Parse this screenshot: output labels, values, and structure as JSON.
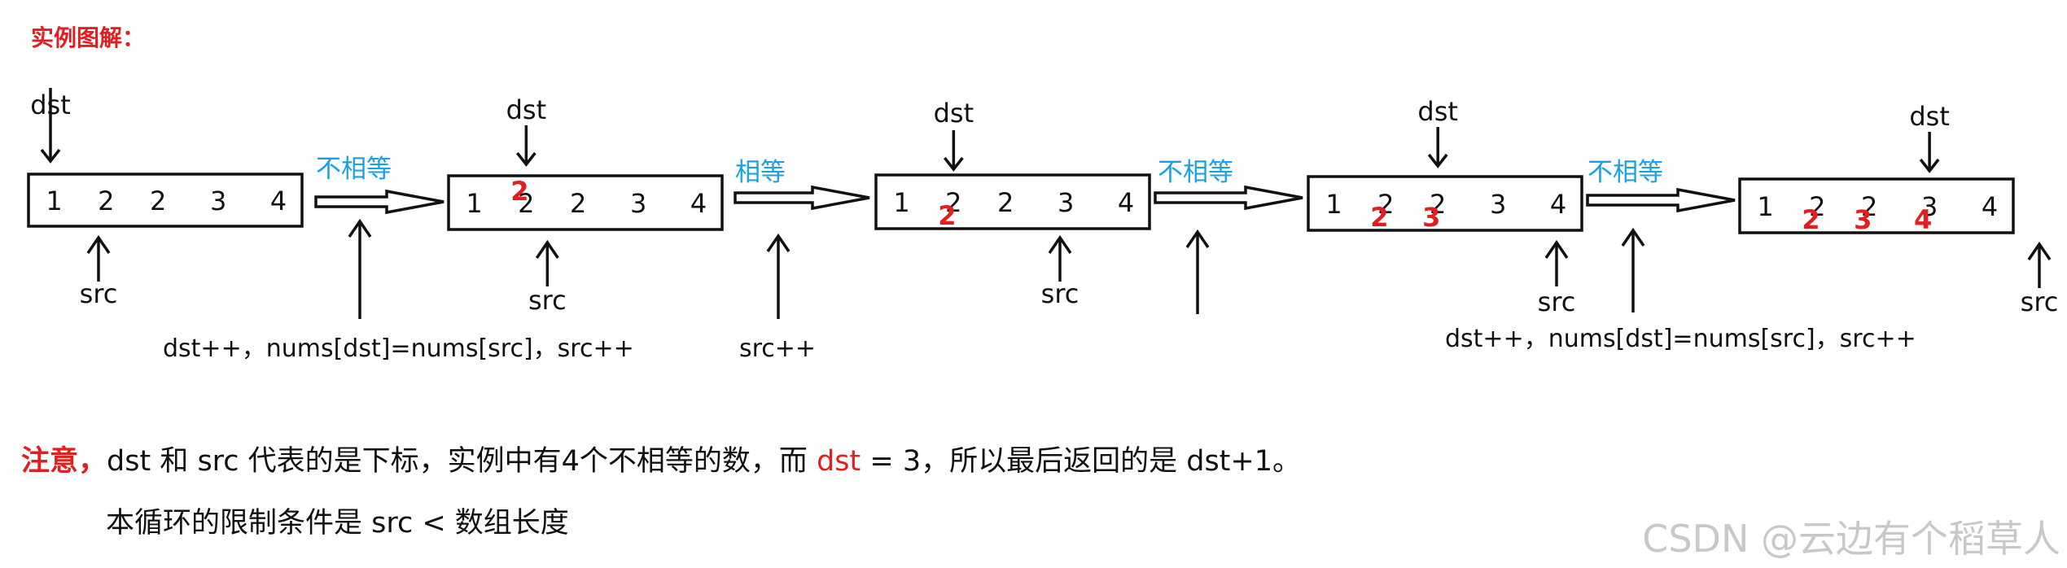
{
  "title": "实例图解：",
  "labels": {
    "dst": "dst",
    "src": "src"
  },
  "arrays": [
    {
      "values": [
        "1",
        "2",
        "2",
        "3",
        "4"
      ],
      "overwrites": []
    },
    {
      "values": [
        "1",
        "2",
        "2",
        "3",
        "4"
      ],
      "overwrites": [
        {
          "index": 1,
          "value": "2"
        }
      ]
    },
    {
      "values": [
        "1",
        "2",
        "2",
        "3",
        "4"
      ],
      "overwrites": [
        {
          "index": 1,
          "value": "2"
        }
      ]
    },
    {
      "values": [
        "1",
        "2",
        "2",
        "3",
        "4"
      ],
      "overwrites": [
        {
          "index": 1,
          "value": "2"
        },
        {
          "index": 2,
          "value": "3"
        }
      ]
    },
    {
      "values": [
        "1",
        "2",
        "2",
        "3",
        "4"
      ],
      "overwrites": [
        {
          "index": 1,
          "value": "2"
        },
        {
          "index": 2,
          "value": "3"
        },
        {
          "index": 3,
          "value": "4"
        }
      ]
    }
  ],
  "transitions": [
    {
      "label": "不相等",
      "action": "dst++，nums[dst]=nums[src]，src++"
    },
    {
      "label": "相等",
      "action": "src++"
    },
    {
      "label": "不相等",
      "action": ""
    },
    {
      "label": "不相等",
      "action": "dst++，nums[dst]=nums[src]，src++"
    }
  ],
  "note": {
    "prefix": "注意，",
    "part1": "dst 和 src 代表的是下标，实例中有4个不相等的数，而 ",
    "highlight": "dst",
    "part2": " = 3，所以最后返回的是 dst+1。",
    "line2": "本循环的限制条件是 src < 数组长度"
  },
  "watermark": "CSDN @云边有个稻草人",
  "colors": {
    "label_blue": "#1ba1e2",
    "red": "#e02020",
    "ink": "#111111",
    "watermark": "#c8c8c8"
  }
}
